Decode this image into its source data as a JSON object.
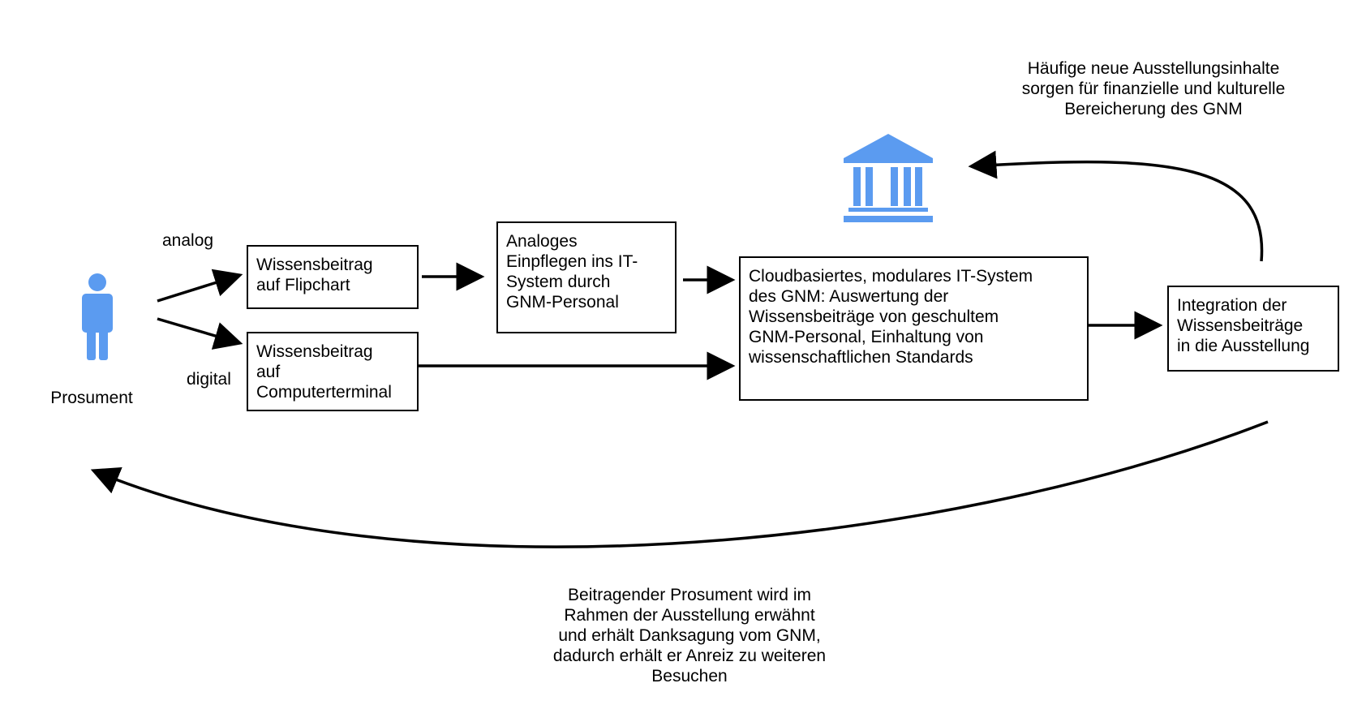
{
  "actor": {
    "label": "Prosument",
    "icon": "person-icon",
    "color": "#5b9bf0"
  },
  "institution": {
    "icon": "museum-icon",
    "color": "#5b9bf0"
  },
  "channels": {
    "analog": "analog",
    "digital": "digital"
  },
  "boxes": {
    "flipchart": "Wissensbeitrag\nauf Flipchart",
    "terminal": "Wissensbeitrag\nauf\nComputerterminal",
    "manual_entry": "Analoges\nEinpflegen ins IT-\nSystem durch\nGNM-Personal",
    "cloud_system": "Cloudbasiertes, modulares IT-System\ndes GNM: Auswertung der\nWissensbeiträge von geschultem\nGNM-Personal, Einhaltung von\nwissenschaftlichen Standards",
    "integration": "Integration der\nWissensbeiträge\nin die Ausstellung"
  },
  "annotations": {
    "museum_benefit": "Häufige neue Ausstellungsinhalte\nsorgen für finanzielle und kulturelle\nBereicherung des GNM",
    "prosument_benefit": "Beitragender Prosument wird im\nRahmen der Ausstellung erwähnt\nund erhält Danksagung vom GNM,\ndadurch erhält er Anreiz zu weiteren\nBesuchen"
  }
}
